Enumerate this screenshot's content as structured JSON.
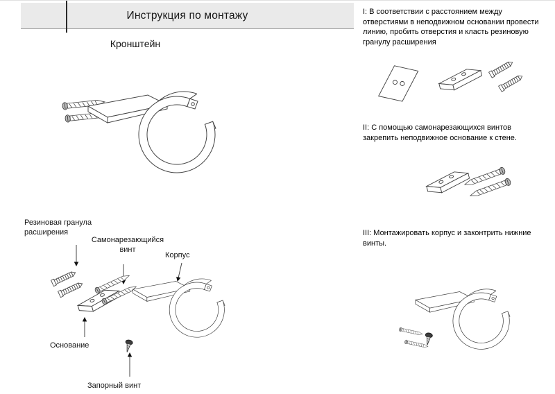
{
  "header": {
    "title": "Инструкция по монтажу"
  },
  "subtitle": "Кронштейн",
  "diagram_labels": {
    "rubber_granule": "Резиновая гранула расширения",
    "self_tapping_screw": "Самонарезающийся винт",
    "body": "Корпус",
    "base": "Основание",
    "locking_screw": "Запорный винт"
  },
  "steps": [
    {
      "id": "I",
      "text": "I: В соответствии с расстоянием между отверстиями в неподвижном основании провести линию, пробить отверстия и класть резиновую гранулу расширения"
    },
    {
      "id": "II",
      "text": "II: С помощью самонарезающихся винтов закрепить неподвижное основание к стене."
    },
    {
      "id": "III",
      "text": "III: Монтажировать корпус и законтрить нижние винты."
    }
  ],
  "colors": {
    "header_bg": "#eaeaea",
    "line": "#444444",
    "text": "#111111"
  }
}
